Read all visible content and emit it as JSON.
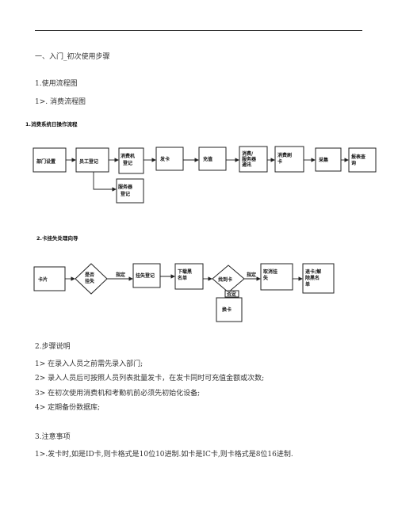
{
  "heading": "一、入门_初次使用步骤",
  "section1": {
    "title": "1.使用流程图",
    "subtitle": "1>. 消费流程图"
  },
  "diagram1": {
    "title": "1.消费系统日操作流程",
    "nodes": [
      "部门设置",
      "员工登记",
      "消费机",
      "登记",
      "发卡",
      "充值",
      "消费/",
      "服务器",
      "通讯",
      "消费刷",
      "卡",
      "采集",
      "报表查",
      "询",
      "服务器",
      "登记"
    ]
  },
  "diagram2": {
    "title": "2.卡挂失处理向导",
    "nodes": [
      "卡片",
      "是否",
      "挂失",
      "挂失登记",
      "下载黑",
      "名单",
      "找到卡",
      "取消挂",
      "失",
      "退卡/解",
      "除黑名",
      "单",
      "换卡"
    ],
    "edge_labels": [
      "指定",
      "指定",
      "否定"
    ]
  },
  "section2": {
    "title": "2.步骤说明",
    "steps": [
      "1> 在录入人员之前需先录入部门;",
      "2> 录入人员后可按照人员列表批量发卡，在发卡同时可充值金额或次数;",
      "3> 在初次使用消费机和考勤机前必须先初始化设备;",
      "4> 定期备份数据库;"
    ]
  },
  "section3": {
    "title": "3.注意事项",
    "notes": [
      "1>.发卡时,如是ID卡,则卡格式是10位10进制.如卡是IC卡,则卡格式是8位16进制."
    ]
  }
}
